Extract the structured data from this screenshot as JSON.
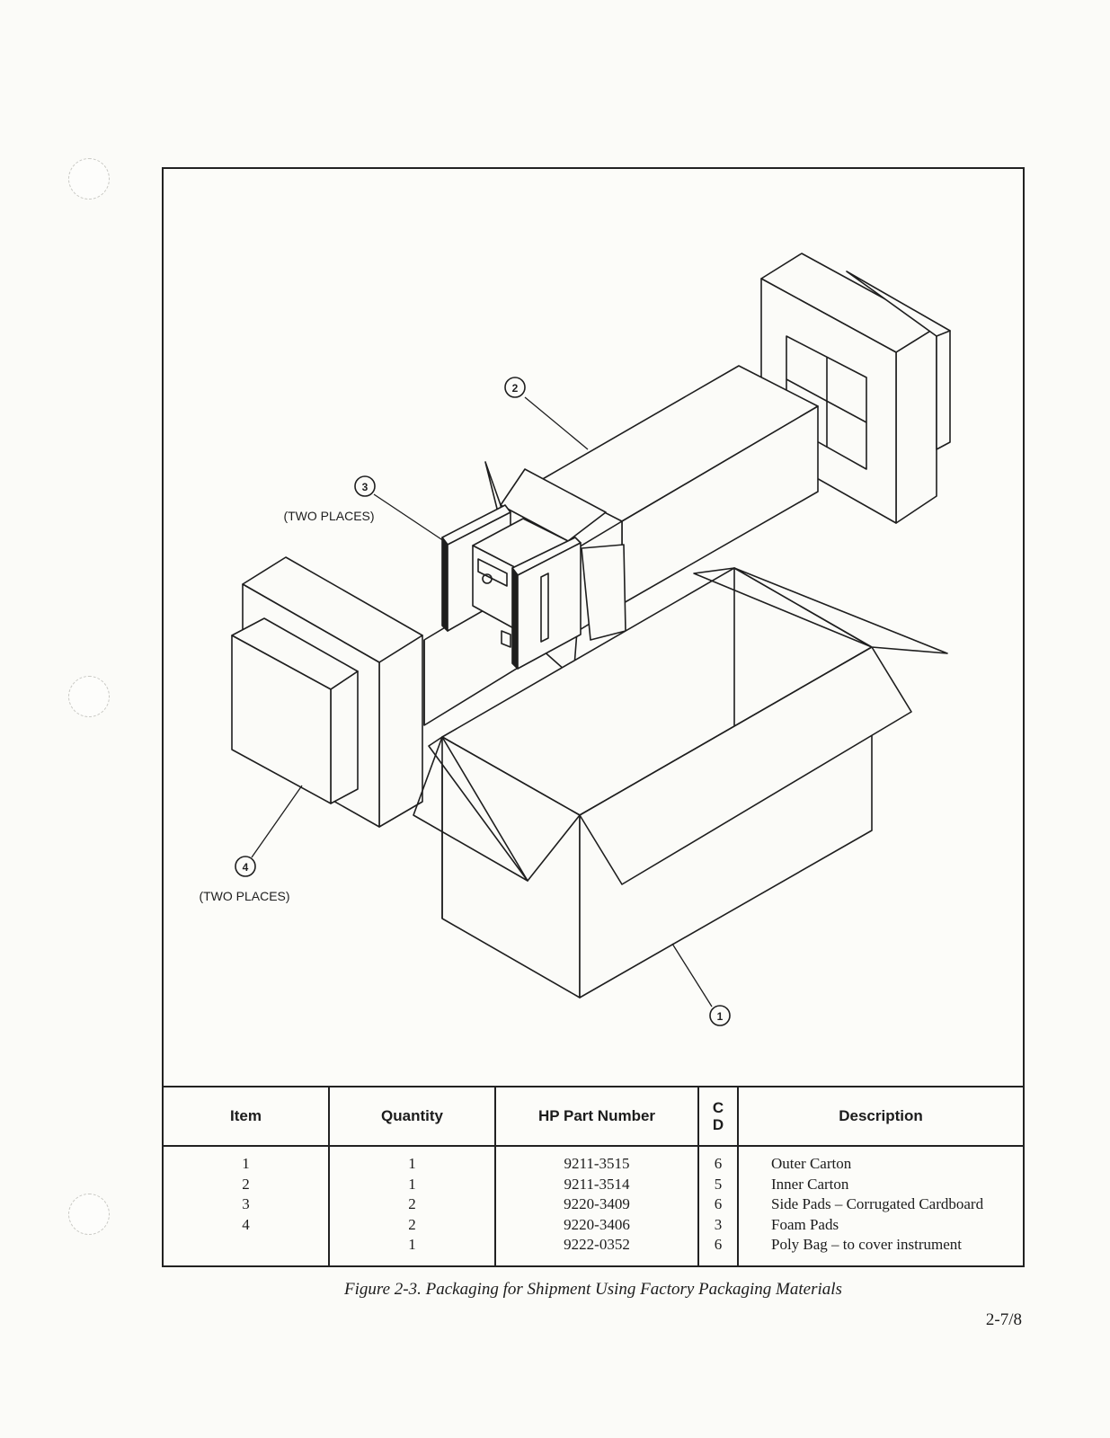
{
  "figure": {
    "callouts": {
      "item1": "1",
      "item2": "2",
      "item3": "3",
      "item3_note": "(TWO PLACES)",
      "item4": "4",
      "item4_note": "(TWO PLACES)"
    }
  },
  "table": {
    "headers": {
      "item": "Item",
      "quantity": "Quantity",
      "part_number": "HP Part Number",
      "cd_top": "C",
      "cd_bottom": "D",
      "description": "Description"
    },
    "rows": [
      {
        "item": "1",
        "quantity": "1",
        "part_number": "9211-3515",
        "cd": "6",
        "description": "Outer Carton"
      },
      {
        "item": "2",
        "quantity": "1",
        "part_number": "9211-3514",
        "cd": "5",
        "description": "Inner Carton"
      },
      {
        "item": "3",
        "quantity": "2",
        "part_number": "9220-3409",
        "cd": "6",
        "description": "Side Pads – Corrugated Cardboard"
      },
      {
        "item": "4",
        "quantity": "2",
        "part_number": "9220-3406",
        "cd": "3",
        "description": "Foam Pads"
      },
      {
        "item": "",
        "quantity": "1",
        "part_number": "9222-0352",
        "cd": "6",
        "description": "Poly Bag – to cover instrument"
      }
    ]
  },
  "caption": "Figure 2-3.  Packaging for Shipment Using Factory Packaging Materials",
  "page_number": "2-7/8"
}
